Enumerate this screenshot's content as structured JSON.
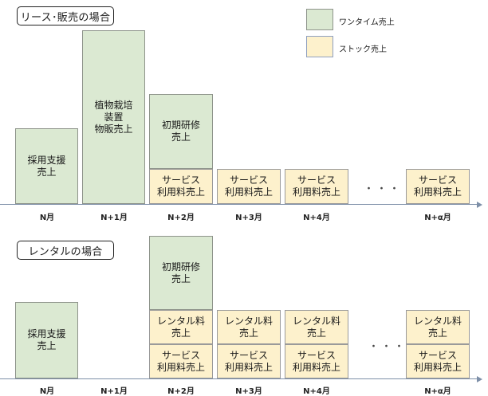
{
  "section1": {
    "title": "リース･販売の場合",
    "blocks": {
      "adoption": "採用支援\n売上",
      "equipment": "植物栽培\n装置\n物販売上",
      "training": "初期研修\n売上",
      "service": "サービス\n利用料売上"
    },
    "ticks": [
      "N月",
      "N+1月",
      "N+2月",
      "N+3月",
      "N+4月",
      "N+α月"
    ],
    "ellipsis": "・・・・"
  },
  "section2": {
    "title": "レンタルの場合",
    "blocks": {
      "adoption": "採用支援\n売上",
      "training": "初期研修\n売上",
      "rental": "レンタル料\n売上",
      "service": "サービス\n利用料売上"
    },
    "ticks": [
      "N月",
      "N+1月",
      "N+2月",
      "N+3月",
      "N+4月",
      "N+α月"
    ],
    "ellipsis": "・・・・"
  },
  "legend": {
    "onetime": "ワンタイム売上",
    "stock": "ストック売上"
  },
  "colors": {
    "onetime": "#dbe9d2",
    "stock": "#fdf1cc",
    "axis": "#7d8fa8"
  }
}
